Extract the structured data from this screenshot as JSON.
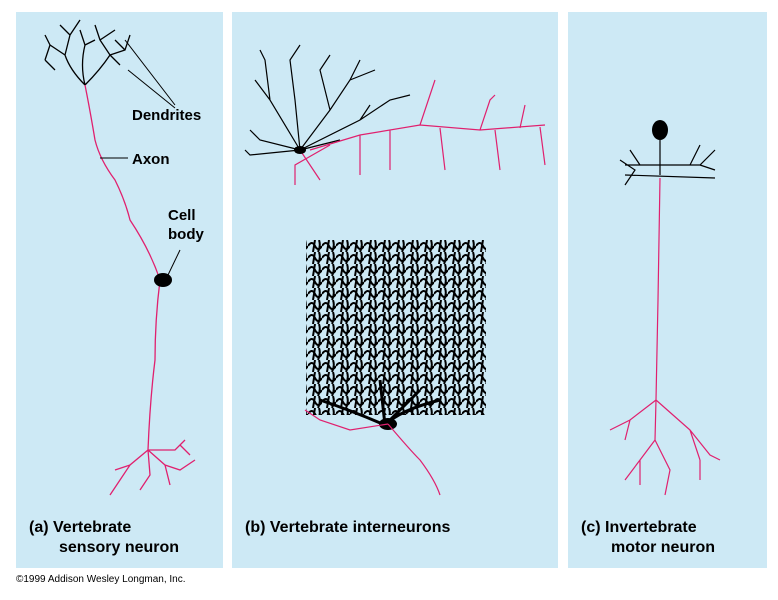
{
  "panels": [
    {
      "label_line1": "(a) Vertebrate",
      "label_line2": "sensory neuron"
    },
    {
      "label_line1": "(b) Vertebrate interneurons"
    },
    {
      "label_line1": "(c) Invertebrate",
      "label_line2": "motor neuron"
    }
  ],
  "annotations": {
    "dendrites": "Dendrites",
    "axon": "Axon",
    "cell_body_1": "Cell",
    "cell_body_2": "body"
  },
  "colors": {
    "panel_bg": "#cde9f5",
    "axon": "#e0206e",
    "dendrite": "#000000"
  },
  "copyright": "©1999 Addison Wesley Longman, Inc."
}
